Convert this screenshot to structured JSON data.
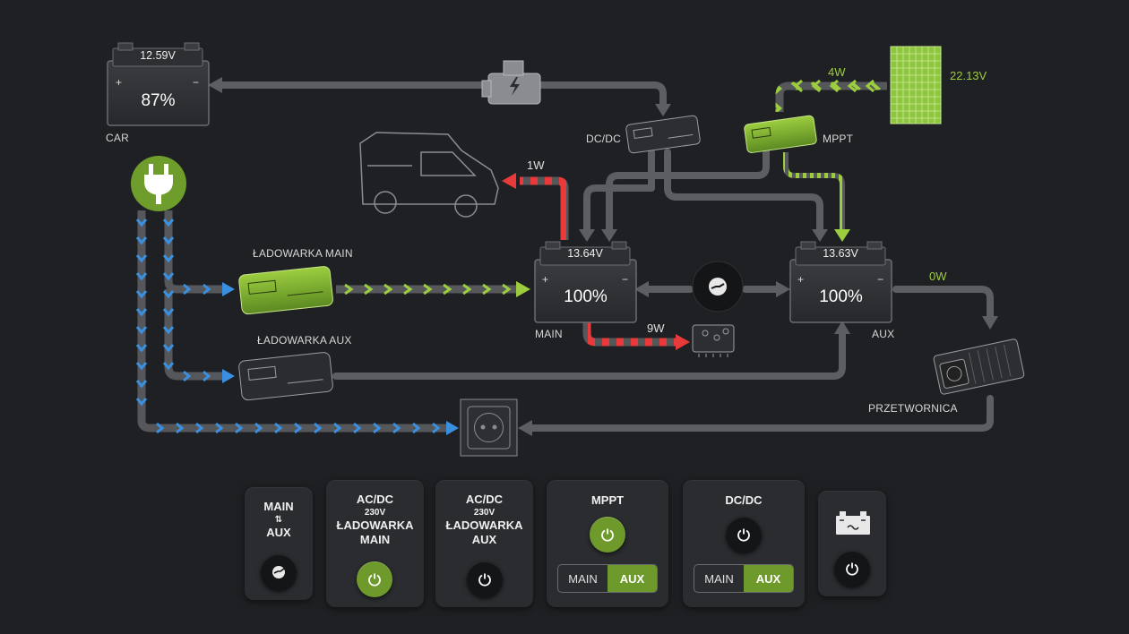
{
  "car": {
    "label": "CAR",
    "voltage": "12.59V",
    "percent": "87%"
  },
  "main_battery": {
    "label": "MAIN",
    "voltage": "13.64V",
    "percent": "100%"
  },
  "aux_battery": {
    "label": "AUX",
    "voltage": "13.63V",
    "percent": "100%"
  },
  "dcdc": {
    "label": "DC/DC"
  },
  "mppt": {
    "label": "MPPT",
    "power": "4W"
  },
  "solar": {
    "voltage": "22.13V"
  },
  "van": {
    "power": "1W"
  },
  "loads": {
    "power": "9W"
  },
  "inverter": {
    "label": "PRZETWORNICA",
    "power": "0W"
  },
  "charger_main": {
    "label": "ŁADOWARKA MAIN"
  },
  "charger_aux": {
    "label": "ŁADOWARKA AUX"
  },
  "colors": {
    "accent": "#9ccd3f",
    "red": "#e83a3a",
    "blue": "#3b8fe0",
    "line": "#5a5c60"
  },
  "controls": {
    "link": {
      "line1": "MAIN",
      "arrows": "⇅",
      "line2": "AUX"
    },
    "acdc_main": {
      "line1": "AC/DC",
      "line2": "230V",
      "line3": "ŁADOWARKA",
      "line4": "MAIN",
      "state": "on"
    },
    "acdc_aux": {
      "line1": "AC/DC",
      "line2": "230V",
      "line3": "ŁADOWARKA",
      "line4": "AUX",
      "state": "off"
    },
    "mppt": {
      "title": "MPPT",
      "opt_a": "MAIN",
      "opt_b": "AUX",
      "selected": "AUX",
      "state": "on"
    },
    "dcdc": {
      "title": "DC/DC",
      "opt_a": "MAIN",
      "opt_b": "AUX",
      "selected": "AUX",
      "state": "off"
    },
    "battery": {
      "icon": "battery-wave-icon",
      "state": "off"
    }
  }
}
